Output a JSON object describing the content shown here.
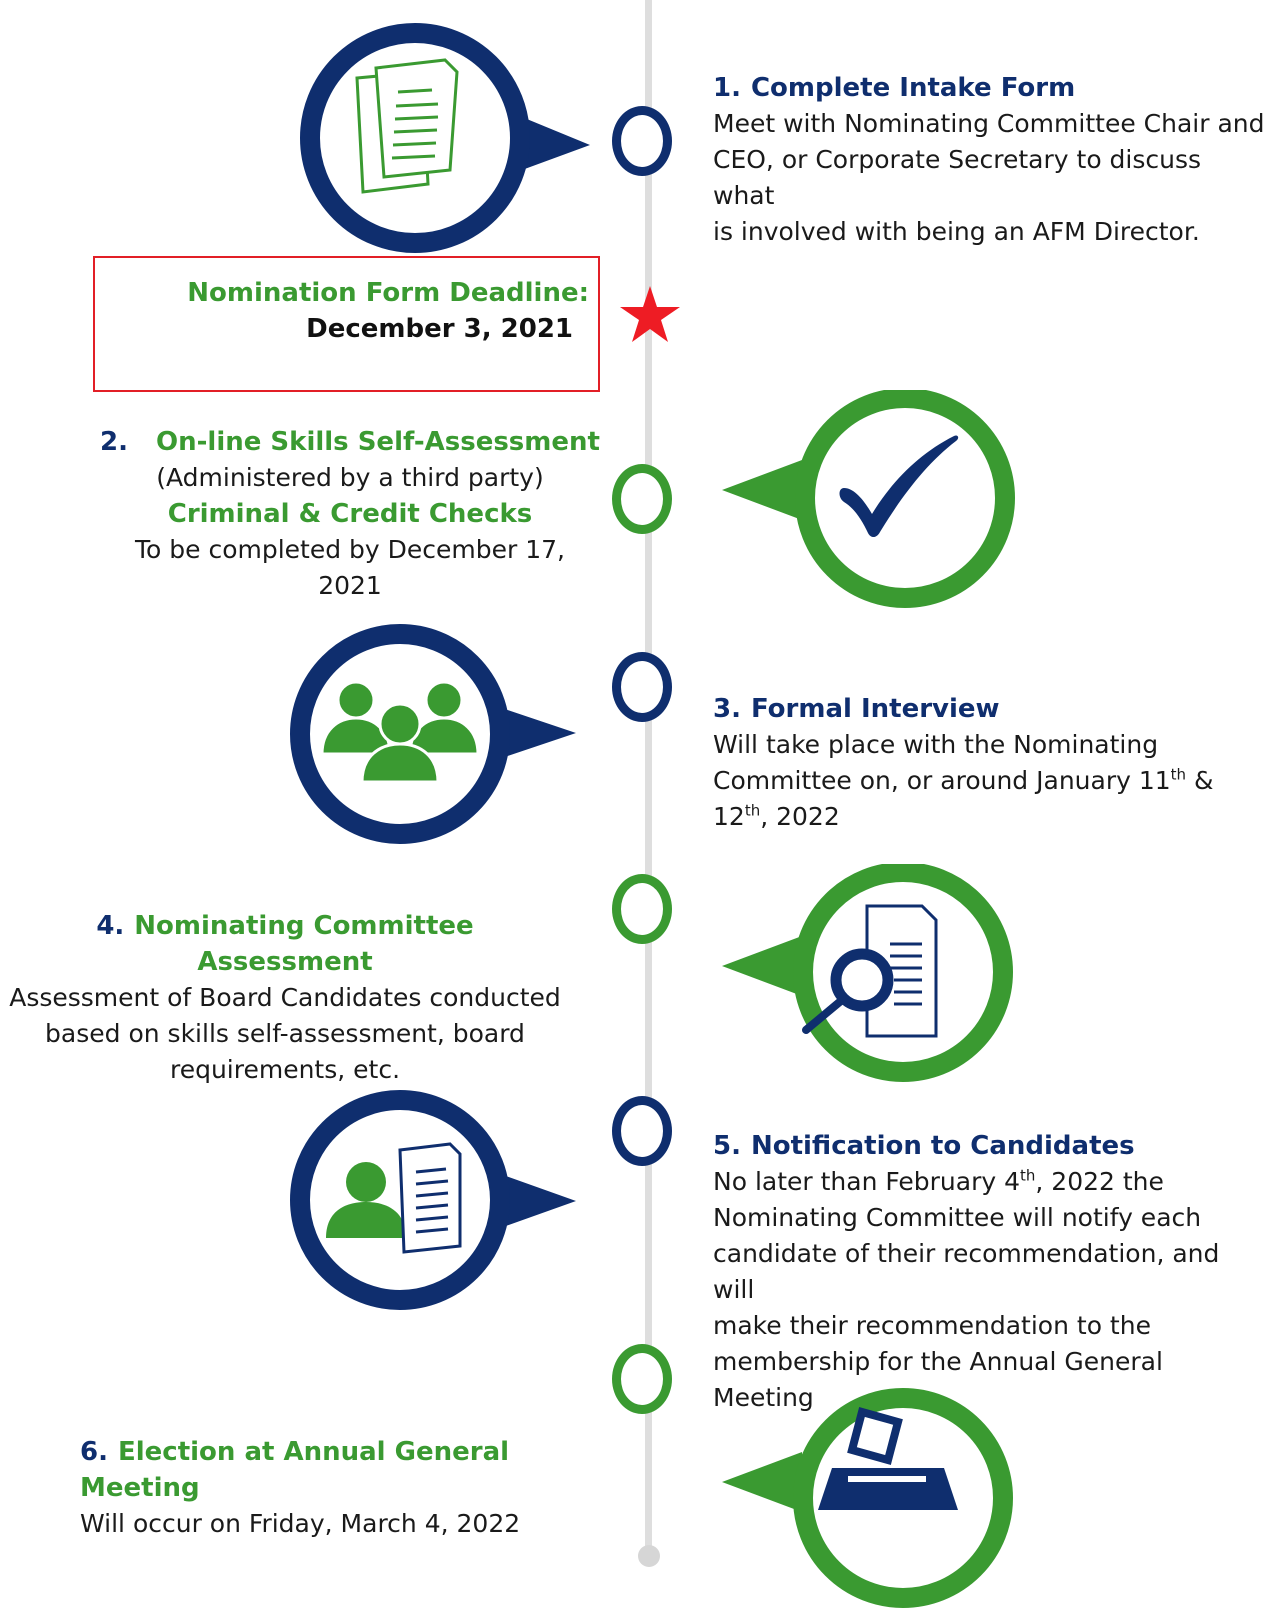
{
  "colors": {
    "navy": "#0f2e6e",
    "green": "#3a9a31",
    "red": "#e21f26",
    "line": "#dedede"
  },
  "deadline": {
    "label": "Nomination Form Deadline:",
    "date": "December 3, 2021",
    "icon": "star-icon"
  },
  "steps": [
    {
      "number": "1.",
      "title": "Complete Intake Form",
      "lines": [
        "Meet with Nominating Committee Chair and",
        "CEO, or Corporate Secretary to discuss what",
        "is  involved with being an AFM Director."
      ],
      "icon": "documents-icon"
    },
    {
      "number": "2.",
      "title": "On-line Skills Self-Assessment",
      "subtitle": "(Administered by a third party)",
      "title2": "Criminal & Credit Checks",
      "note": "To be completed by December 17, 2021",
      "icon": "checkmark-icon"
    },
    {
      "number": "3.",
      "title": "Formal Interview",
      "line1": "Will take place with the Nominating",
      "line2_a": "Committee on, or around January 11",
      "sup1": "th",
      "line2_b": " &",
      "line3_a": "12",
      "sup2": "th",
      "line3_b": ", 2022",
      "icon": "group-people-icon"
    },
    {
      "number": "4.",
      "title": "Nominating Committee Assessment",
      "lines": [
        "Assessment of Board Candidates conducted",
        "based on skills self-assessment, board",
        "requirements, etc."
      ],
      "icon": "document-search-icon"
    },
    {
      "number": "5.",
      "title": "Notification to Candidates",
      "line1_a": "No later than February 4",
      "sup": "th",
      "line1_b": ", 2022 the",
      "lines": [
        "Nominating Committee will notify each",
        "candidate of their recommendation, and will",
        "make their  recommendation to the",
        "membership for the  Annual General",
        "Meeting"
      ],
      "icon": "person-document-icon"
    },
    {
      "number": "6.",
      "title": "Election at Annual General Meeting",
      "note": "Will occur on Friday, March 4, 2022",
      "icon": "ballot-box-icon"
    }
  ]
}
